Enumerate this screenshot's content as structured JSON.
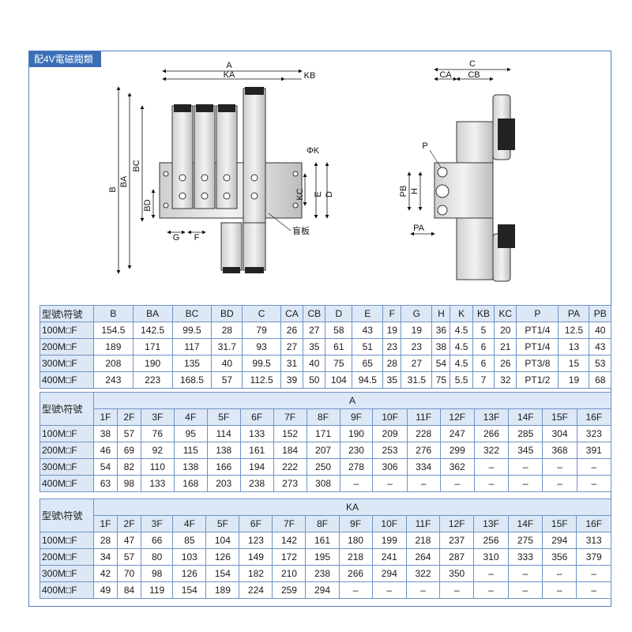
{
  "title": "配4V電磁閥類",
  "drawing": {
    "front_labels": {
      "A": "A",
      "KA": "KA",
      "KB": "KB",
      "B": "B",
      "BA": "BA",
      "BC": "BC",
      "BD": "BD",
      "G": "G",
      "F": "F",
      "phiK": "ΦK",
      "KC": "KC",
      "E": "E",
      "D": "D",
      "blank_plate": "盲板"
    },
    "side_labels": {
      "C": "C",
      "CA": "CA",
      "CB": "CB",
      "P": "P",
      "PB": "PB",
      "H": "H",
      "PA": "PA"
    }
  },
  "table1": {
    "corner": "型號\\符號",
    "headers": [
      "B",
      "BA",
      "BC",
      "BD",
      "C",
      "CA",
      "CB",
      "D",
      "E",
      "F",
      "G",
      "H",
      "K",
      "KB",
      "KC",
      "P",
      "PA",
      "PB"
    ],
    "rows": [
      {
        "model": "100M□F",
        "values": [
          "154.5",
          "142.5",
          "99.5",
          "28",
          "79",
          "26",
          "27",
          "58",
          "43",
          "19",
          "19",
          "36",
          "4.5",
          "5",
          "20",
          "PT1/4",
          "12.5",
          "40"
        ]
      },
      {
        "model": "200M□F",
        "values": [
          "189",
          "171",
          "117",
          "31.7",
          "93",
          "27",
          "35",
          "61",
          "51",
          "23",
          "23",
          "38",
          "4.5",
          "6",
          "21",
          "PT1/4",
          "13",
          "43"
        ]
      },
      {
        "model": "300M□F",
        "values": [
          "208",
          "190",
          "135",
          "40",
          "99.5",
          "31",
          "40",
          "75",
          "65",
          "28",
          "27",
          "54",
          "4.5",
          "6",
          "26",
          "PT3/8",
          "15",
          "53"
        ]
      },
      {
        "model": "400M□F",
        "values": [
          "243",
          "223",
          "168.5",
          "57",
          "112.5",
          "39",
          "50",
          "104",
          "94.5",
          "35",
          "31.5",
          "75",
          "5.5",
          "7",
          "32",
          "PT1/2",
          "19",
          "68"
        ]
      }
    ]
  },
  "table2": {
    "corner": "型號\\符號",
    "group": "A",
    "headers": [
      "1F",
      "2F",
      "3F",
      "4F",
      "5F",
      "6F",
      "7F",
      "8F",
      "9F",
      "10F",
      "11F",
      "12F",
      "13F",
      "14F",
      "15F",
      "16F"
    ],
    "rows": [
      {
        "model": "100M□F",
        "values": [
          "38",
          "57",
          "76",
          "95",
          "114",
          "133",
          "152",
          "171",
          "190",
          "209",
          "228",
          "247",
          "266",
          "285",
          "304",
          "323"
        ]
      },
      {
        "model": "200M□F",
        "values": [
          "46",
          "69",
          "92",
          "115",
          "138",
          "161",
          "184",
          "207",
          "230",
          "253",
          "276",
          "299",
          "322",
          "345",
          "368",
          "391"
        ]
      },
      {
        "model": "300M□F",
        "values": [
          "54",
          "82",
          "110",
          "138",
          "166",
          "194",
          "222",
          "250",
          "278",
          "306",
          "334",
          "362",
          "–",
          "–",
          "–",
          "–"
        ]
      },
      {
        "model": "400M□F",
        "values": [
          "63",
          "98",
          "133",
          "168",
          "203",
          "238",
          "273",
          "308",
          "–",
          "–",
          "–",
          "–",
          "–",
          "–",
          "–",
          "–"
        ]
      }
    ]
  },
  "table3": {
    "corner": "型號\\符號",
    "group": "KA",
    "headers": [
      "1F",
      "2F",
      "3F",
      "4F",
      "5F",
      "6F",
      "7F",
      "8F",
      "9F",
      "10F",
      "11F",
      "12F",
      "13F",
      "14F",
      "15F",
      "16F"
    ],
    "rows": [
      {
        "model": "100M□F",
        "values": [
          "28",
          "47",
          "66",
          "85",
          "104",
          "123",
          "142",
          "161",
          "180",
          "199",
          "218",
          "237",
          "256",
          "275",
          "294",
          "313"
        ]
      },
      {
        "model": "200M□F",
        "values": [
          "34",
          "57",
          "80",
          "103",
          "126",
          "149",
          "172",
          "195",
          "218",
          "241",
          "264",
          "287",
          "310",
          "333",
          "356",
          "379"
        ]
      },
      {
        "model": "300M□F",
        "values": [
          "42",
          "70",
          "98",
          "126",
          "154",
          "182",
          "210",
          "238",
          "266",
          "294",
          "322",
          "350",
          "–",
          "–",
          "–",
          "–"
        ]
      },
      {
        "model": "400M□F",
        "values": [
          "49",
          "84",
          "119",
          "154",
          "189",
          "224",
          "259",
          "294",
          "–",
          "–",
          "–",
          "–",
          "–",
          "–",
          "–",
          "–"
        ]
      }
    ]
  }
}
